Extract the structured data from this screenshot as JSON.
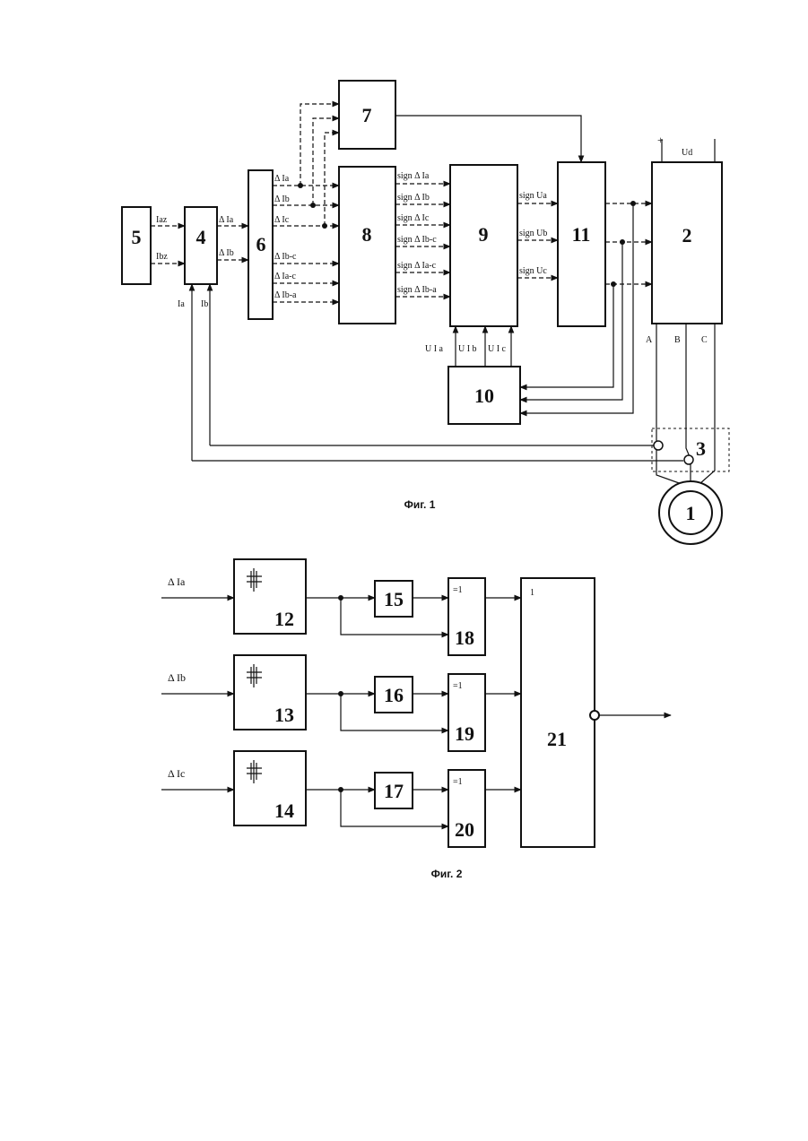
{
  "fig1": {
    "caption": "Фиг. 1",
    "blocks": {
      "b1": "1",
      "b2": "2",
      "b3": "3",
      "b4": "4",
      "b5": "5",
      "b6": "6",
      "b7": "7",
      "b8": "8",
      "b9": "9",
      "b10": "10",
      "b11": "11"
    },
    "labels": {
      "iaz": "Iaz",
      "ibz": "Ibz",
      "ia": "Ia",
      "ib": "Ib",
      "d_ia_4": "Δ Ia",
      "d_ib_4": "Δ Ib",
      "d_ia": "Δ Ia",
      "d_ib": "Δ Ib",
      "d_ic": "Δ Ic",
      "d_ibc": "Δ Ib-c",
      "d_iac": "Δ Ia-c",
      "d_iba": "Δ Ib-a",
      "s_ia": "sign Δ Ia",
      "s_ib": "sign Δ Ib",
      "s_ic": "sign Δ Ic",
      "s_ibc": "sign Δ Ib-c",
      "s_iac": "sign Δ Ia-c",
      "s_iba": "sign Δ Ib-a",
      "sua": "sign Ua",
      "sub": "sign Ub",
      "suc": "sign Uc",
      "uta": "U I a",
      "utb": "U I b",
      "utc": "U I c",
      "ud": "Ud",
      "plus": "+",
      "pa": "A",
      "pb": "B",
      "pc": "C"
    }
  },
  "fig2": {
    "caption": "Фиг. 2",
    "blocks": {
      "b12": "12",
      "b13": "13",
      "b14": "14",
      "b15": "15",
      "b16": "16",
      "b17": "17",
      "b18": "18",
      "b19": "19",
      "b20": "20",
      "b21": "21"
    },
    "labels": {
      "in_a": "Δ Ia",
      "in_b": "Δ Ib",
      "in_c": "Δ Ic",
      "xor": "=1",
      "or": "1"
    }
  }
}
